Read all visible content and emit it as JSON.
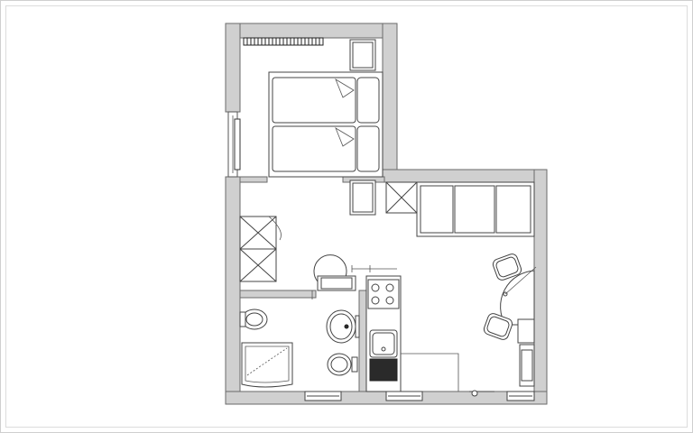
{
  "image": {
    "kind": "floor-plan",
    "rooms": [
      "bedroom",
      "living-room",
      "kitchenette",
      "bathroom",
      "entry-closet"
    ],
    "colors": {
      "wall": "#d0d0d0",
      "outline": "#6a6a6a",
      "fixture_dark": "#2a2a2a",
      "background": "#ffffff"
    }
  }
}
